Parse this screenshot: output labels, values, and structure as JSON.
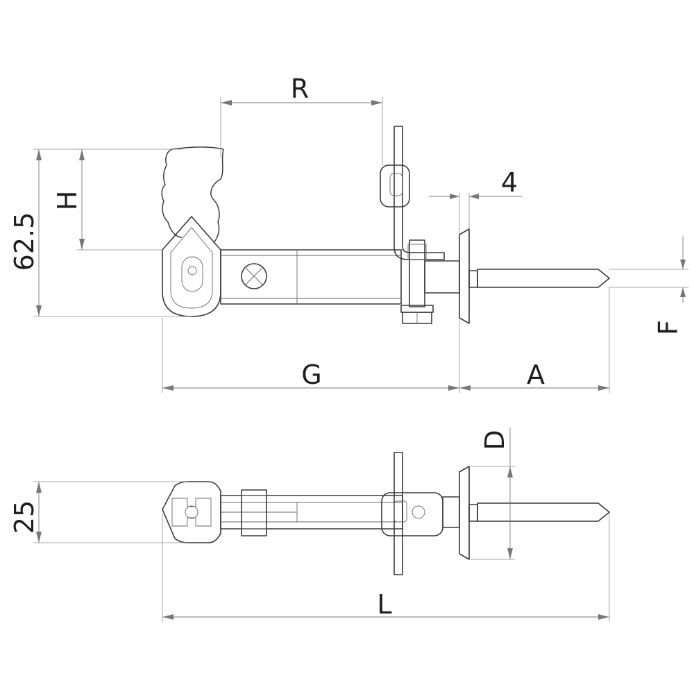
{
  "drawing": {
    "labels": {
      "R": "R",
      "four": "4",
      "H": "H",
      "sixty_two_five": "62.5",
      "F": "F",
      "G": "G",
      "A": "A",
      "D": "D",
      "twenty_five": "25",
      "L": "L"
    }
  }
}
